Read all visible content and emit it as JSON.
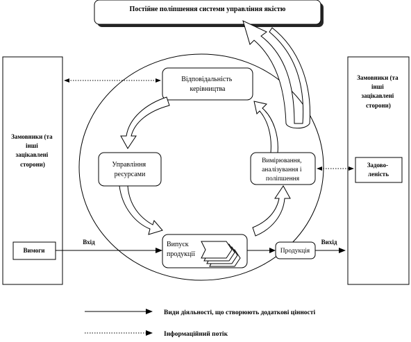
{
  "top_box": {
    "label": "Постійне поліпшення системи управління якістю"
  },
  "left_panel": {
    "title_lines": [
      "Замовники (та",
      "інші",
      "зацікавлені",
      "сторони)"
    ],
    "requirements_label": "Вимоги"
  },
  "right_panel": {
    "title_lines": [
      "Замовники (та",
      "інші",
      "зацікавлені",
      "сторони)"
    ],
    "satisfaction_lines": [
      "Задово-",
      "леність"
    ]
  },
  "processes": {
    "management": [
      "Відповідальність",
      "керівництва"
    ],
    "resources": [
      "Управління",
      "ресурсами"
    ],
    "measurement": [
      "Вимірювання,",
      "аналізування і",
      "поліпшення"
    ],
    "product": [
      "Випуск",
      "продукції"
    ]
  },
  "flows": {
    "input_label": "Вхід",
    "output_label": "Вихід",
    "product_label": "Продукція"
  },
  "legend": {
    "value_activity": "Види діяльності, що створюють додаткові цінності",
    "information_flow": "Інформаційний потік"
  }
}
